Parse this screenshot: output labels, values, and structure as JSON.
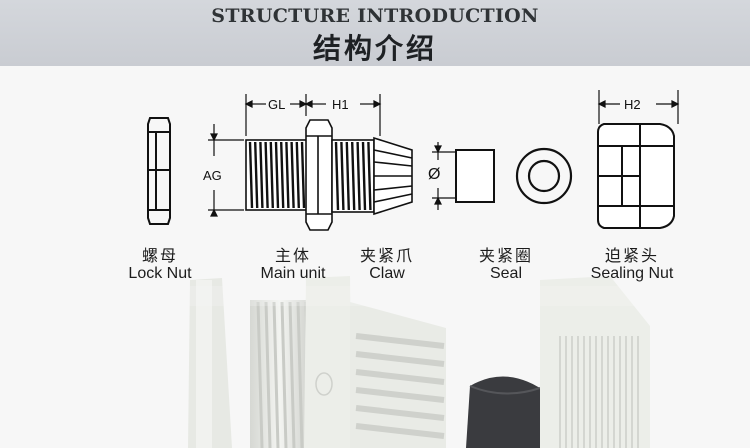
{
  "header": {
    "title_en": "STRUCTURE INTRODUCTION",
    "title_zh": "结构介绍"
  },
  "dimensions": {
    "gl": "GL",
    "h1": "H1",
    "h2": "H2",
    "ag": "AG",
    "phi": "Ø"
  },
  "parts": [
    {
      "zh": "螺母",
      "en": "Lock Nut"
    },
    {
      "zh": "主体",
      "en": "Main unit"
    },
    {
      "zh": "夹紧爪",
      "en": "Claw"
    },
    {
      "zh": "夹紧圈",
      "en": "Seal"
    },
    {
      "zh": "迫紧头",
      "en": "Sealing Nut"
    }
  ],
  "colors": {
    "header_bg": "#cdd0d5",
    "product_white": "#e9ebe6",
    "seal_black": "#3a3b3f"
  }
}
